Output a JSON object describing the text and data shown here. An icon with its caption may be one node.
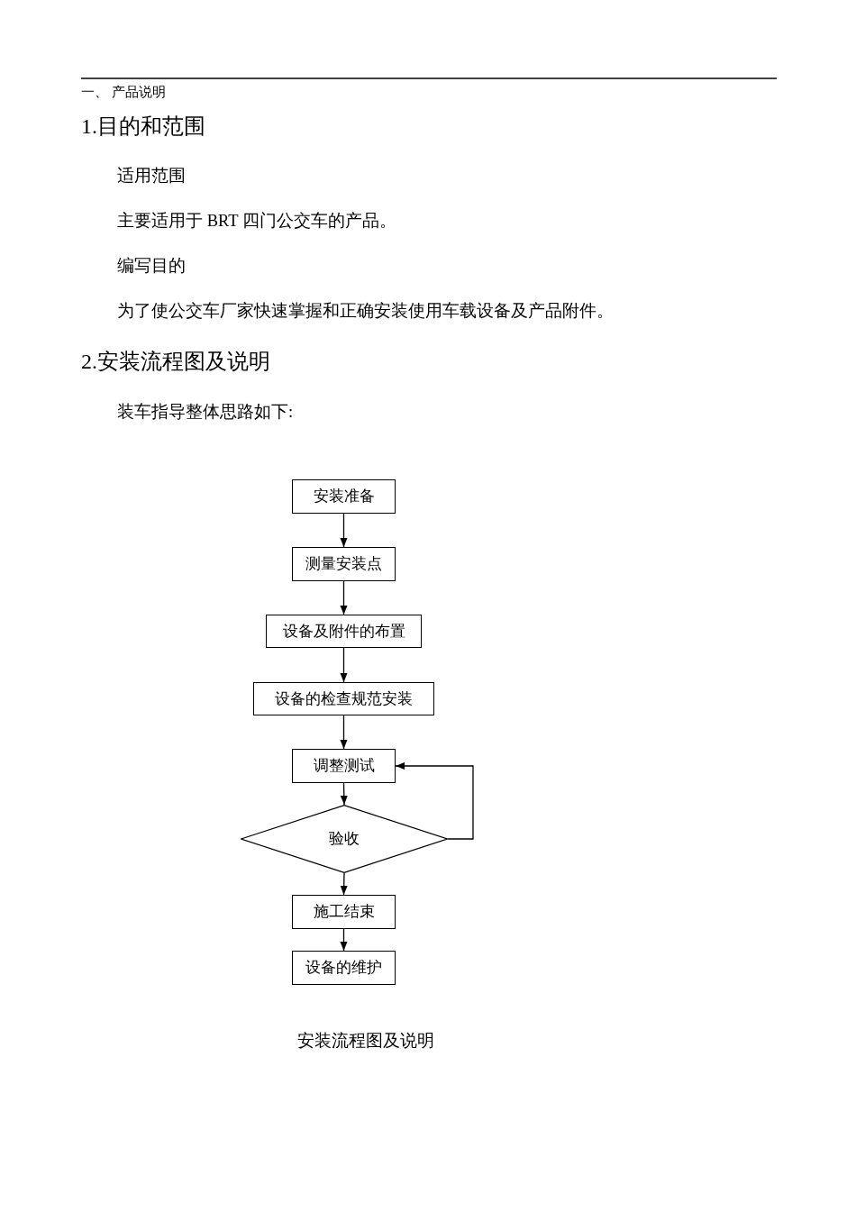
{
  "diagram": {
    "caption": "安装流程图及说明",
    "nodes": [
      {
        "text": [
          "安装准备"
        ]
      },
      {
        "text": [
          "测量安装点"
        ]
      },
      {
        "text": [
          "设备及附件的布置"
        ]
      },
      {
        "text": [
          "设备的检查规范安装"
        ]
      },
      {
        "text": [
          "调整测试"
        ]
      },
      {
        "text": [
          "验收"
        ]
      },
      {
        "text": [
          "施工结束"
        ]
      },
      {
        "text": [
          "设备的维护"
        ]
      }
    ],
    "edges": [
      {
        "from": 0,
        "to": 1,
        "arrow": "to"
      },
      {
        "from": 1,
        "to": 2,
        "arrow": "to"
      },
      {
        "from": 2,
        "to": 3,
        "arrow": "to"
      },
      {
        "from": 3,
        "to": 4,
        "arrow": "to"
      },
      {
        "from": 4,
        "to": 5,
        "arrow": "to"
      },
      {
        "from": 5,
        "to": 4,
        "arrow": "to"
      },
      {
        "from": 5,
        "to": 6,
        "arrow": "to"
      },
      {
        "from": 6,
        "to": 7,
        "arrow": "to"
      }
    ],
    "labels": [
      "一、 产品说明",
      "1.目的和范围",
      "适用范围",
      "主要适用于 BRT 四门公交车的产品。",
      "编写目的",
      "为了使公交车厂家快速掌握和正确安装使用车载设备及产品附件。",
      "2.安装流程图及说明",
      "装车指导整体思路如下:"
    ]
  }
}
